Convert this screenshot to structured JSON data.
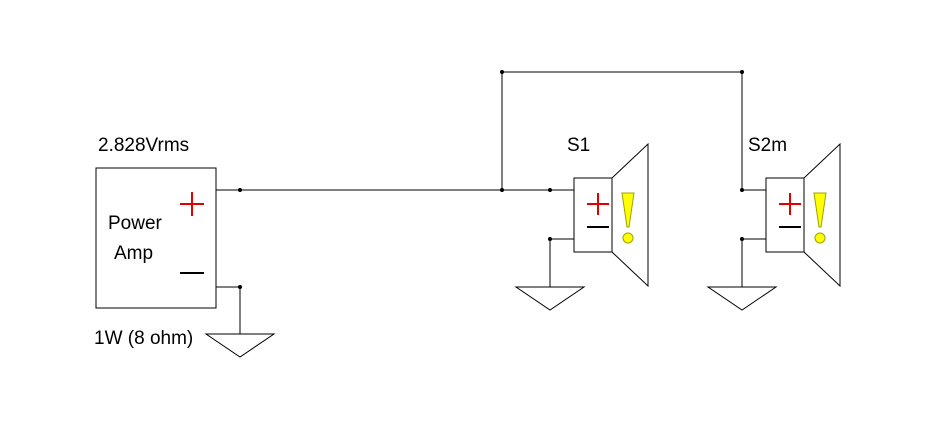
{
  "amp": {
    "voltage_label": "2.828Vrms",
    "name_line1": "Power",
    "name_line2": "Amp",
    "plus_symbol": "+",
    "minus_symbol": "—",
    "power_label": "1W (8 ohm)"
  },
  "speakers": [
    {
      "id": "S1",
      "plus_symbol": "+",
      "minus_symbol": "—",
      "warning_symbol": "!"
    },
    {
      "id": "S2m",
      "plus_symbol": "+",
      "minus_symbol": "—",
      "warning_symbol": "!"
    }
  ],
  "colors": {
    "line": "#000000",
    "plus": "#e00000",
    "warning_fill": "#ffff00",
    "warning_stroke": "#a0a000"
  }
}
